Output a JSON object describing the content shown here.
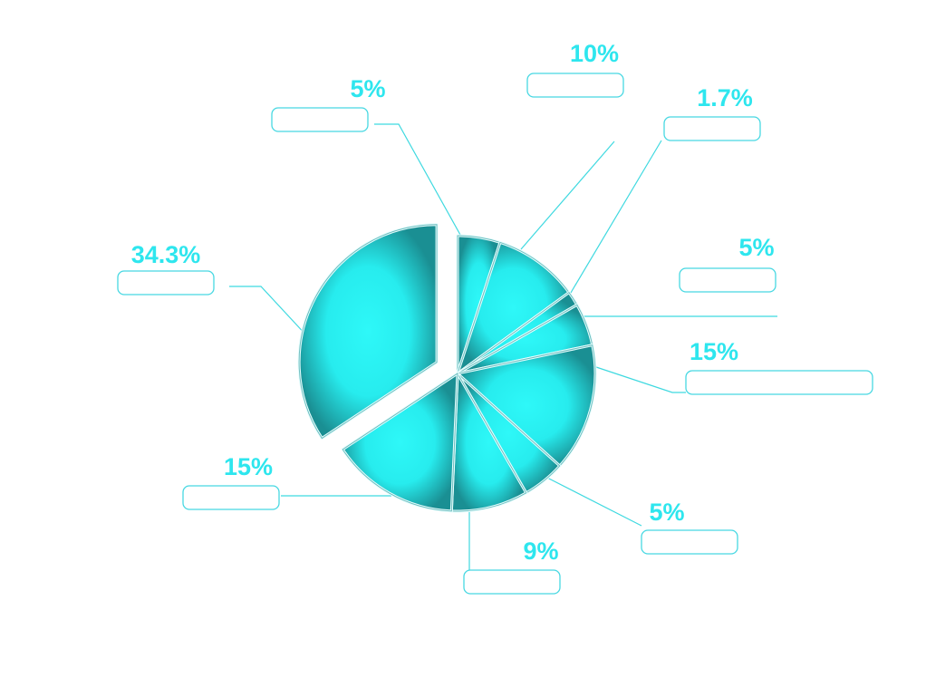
{
  "chart_data": {
    "type": "pie",
    "slices": [
      {
        "label": "5%",
        "value": 5
      },
      {
        "label": "10%",
        "value": 10
      },
      {
        "label": "1.7%",
        "value": 1.7
      },
      {
        "label": "5%",
        "value": 5
      },
      {
        "label": "15%",
        "value": 15
      },
      {
        "label": "5%",
        "value": 5
      },
      {
        "label": "9%",
        "value": 9
      },
      {
        "label": "15%",
        "value": 15
      },
      {
        "label": "34.3%",
        "value": 34.3
      }
    ],
    "exploded_slice": "34.3%",
    "colors": {
      "slice_fill": "#2ef5f5",
      "slice_shadow": "#1c8f92",
      "slice_stroke": "#e8ffff",
      "label_text": "#2ee6ee",
      "leader_line": "#3fd9e0",
      "callout_box_stroke": "#47d8e2"
    }
  }
}
